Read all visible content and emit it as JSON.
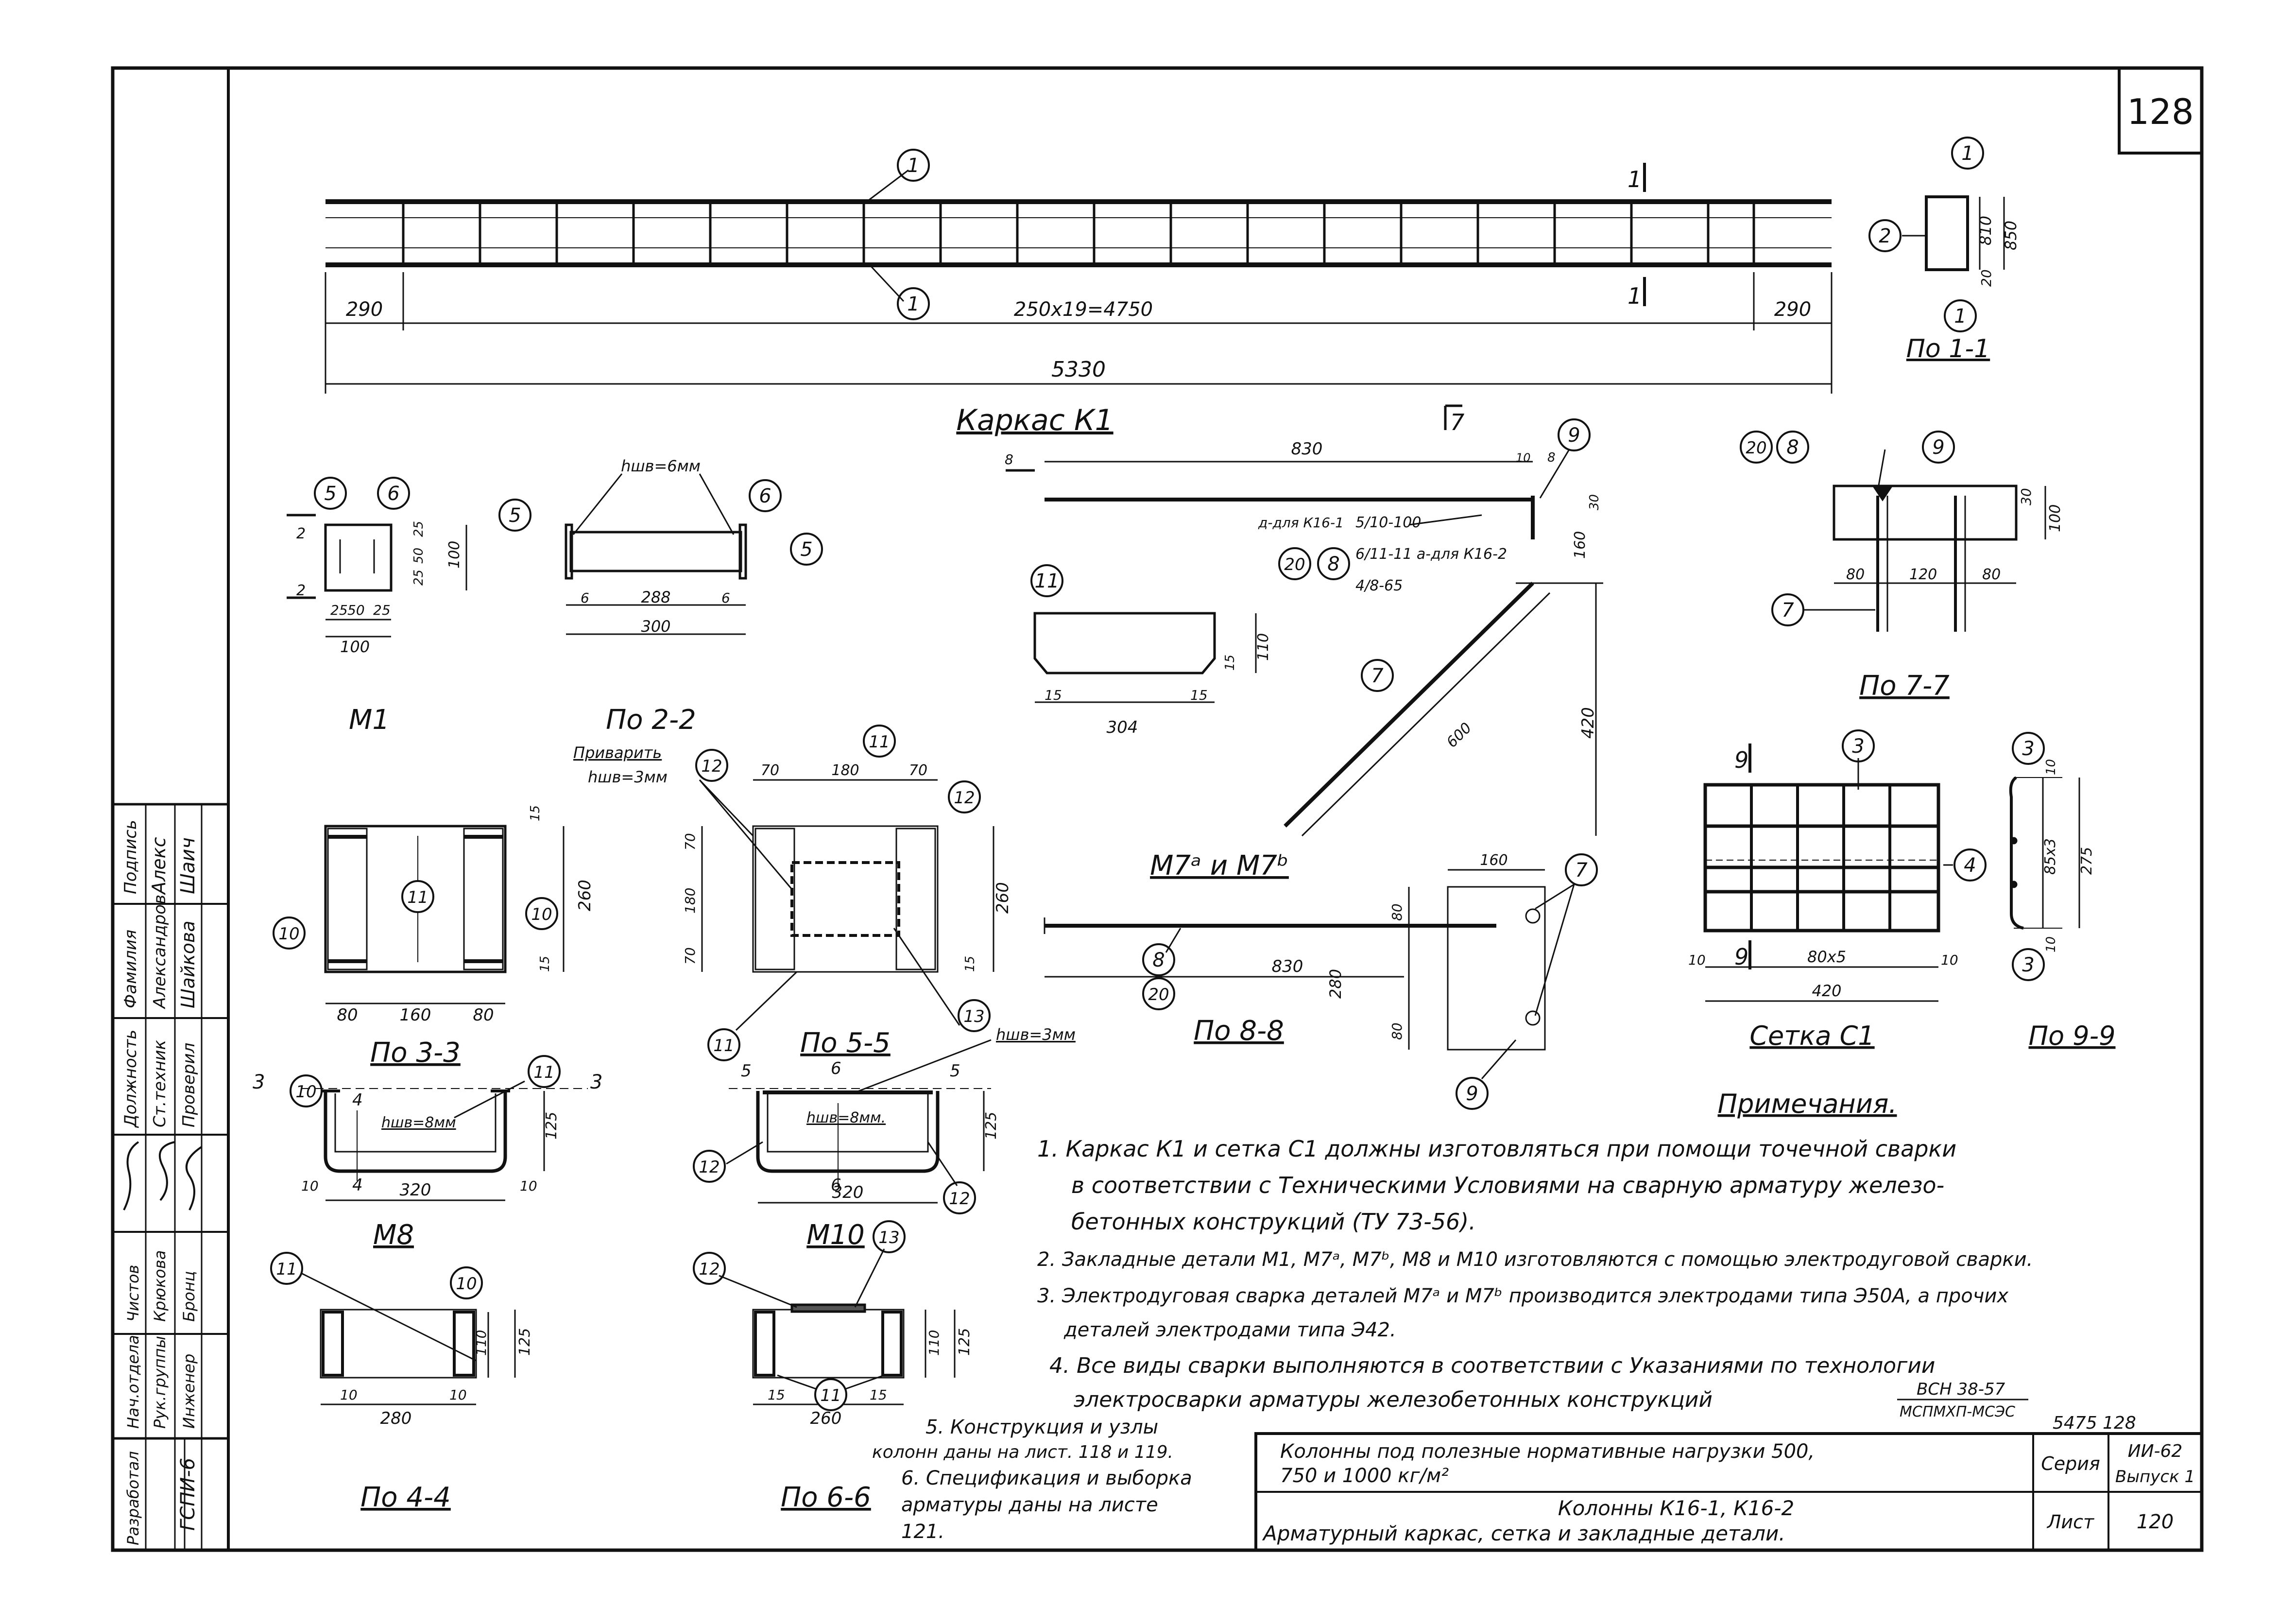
{
  "sheet_number": "128",
  "stamp": {
    "developed_label": "Разработал",
    "org": "ГСПИ-6",
    "column_headers": [
      "Должность",
      "Фамилия",
      "Подпись"
    ],
    "rows_top": [
      {
        "role": "Ст.техник",
        "name": "Александров",
        "sign": "Алекс"
      },
      {
        "role": "Проверил",
        "name": "Шайкова",
        "sign": "Шаич"
      }
    ],
    "rows_bottom": [
      {
        "role": "Нач.отдела",
        "name": "Чистов",
        "sign": ""
      },
      {
        "role": "Рук.группы",
        "name": "Крюкова",
        "sign": ""
      },
      {
        "role": "Инженер",
        "name": "Бронц",
        "sign": ""
      }
    ]
  },
  "frame_k1": {
    "title": "Каркас К1",
    "dims": {
      "span": "250x19=4750",
      "left": "290",
      "right": "290",
      "total": "5330"
    },
    "callouts": [
      "1",
      "1"
    ],
    "section_marks": [
      "1",
      "1"
    ]
  },
  "section_1_1": {
    "title": "По 1-1",
    "dims": [
      "810",
      "850",
      "20"
    ],
    "callouts": [
      "1",
      "2",
      "1"
    ]
  },
  "m1": {
    "title": "М1",
    "callouts": [
      "5",
      "6"
    ],
    "dims": {
      "h1": "25",
      "h2": "50",
      "h3": "25",
      "h_total": "100",
      "w1": "25",
      "w2": "50",
      "w3": "25",
      "w_total": "100"
    },
    "marks": [
      "2",
      "2"
    ]
  },
  "po_2_2": {
    "title": "По 2-2",
    "weld": "hшв=6мм",
    "callouts": [
      "5",
      "6",
      "5"
    ],
    "dims": {
      "a": "6",
      "b": "288",
      "c": "6",
      "total": "300"
    }
  },
  "m7": {
    "title": "М7ᵃ и М7ᵇ",
    "section_mark": "7",
    "dims": {
      "top": "830",
      "d10": "10",
      "d8": "8",
      "d8b": "8",
      "d30": "30",
      "d160": "160",
      "d420": "420",
      "d600": "600"
    },
    "callouts": [
      "9",
      "20",
      "8",
      "7"
    ],
    "labels": [
      "д-для К16-1",
      "5/10-100",
      "6/11-11 а-для К16-2",
      "4/8-65"
    ]
  },
  "part_11": {
    "callout": "11",
    "dims": {
      "length": "304",
      "a": "15",
      "b": "15",
      "height": "110",
      "edge": "15"
    }
  },
  "po_7_7": {
    "title": "По 7-7",
    "callouts": [
      "20",
      "8",
      "9",
      "7"
    ],
    "dims": {
      "a": "80",
      "b": "120",
      "c": "80",
      "h30": "30",
      "h100": "100"
    }
  },
  "po_3_3": {
    "title": "По 3-3",
    "callouts": [
      "10",
      "11",
      "10"
    ],
    "dims": {
      "w1": "80",
      "w2": "160",
      "w3": "80",
      "h": "260",
      "h15a": "15",
      "h15b": "15"
    }
  },
  "po_5_5": {
    "title": "По 5-5",
    "weld_label": "Приварить",
    "weld": "hшв=3мм",
    "callouts": [
      "12",
      "11",
      "12",
      "11",
      "13"
    ],
    "dims": {
      "a": "70",
      "b": "180",
      "c": "70",
      "v70a": "70",
      "v180": "180",
      "v70b": "70",
      "h": "260",
      "h15": "15"
    }
  },
  "m8": {
    "title": "М8",
    "weld": "hшв=8мм",
    "callouts": [
      "10",
      "11"
    ],
    "marks": [
      "3",
      "3",
      "4",
      "4"
    ],
    "dims": {
      "a": "10",
      "w": "320",
      "b": "10",
      "h": "125"
    }
  },
  "m10": {
    "title": "М10",
    "weld1": "hшв=3мм",
    "weld2": "hшв=8мм.",
    "callouts": [
      "12",
      "12"
    ],
    "marks": [
      "5",
      "5",
      "6",
      "6"
    ],
    "dims": {
      "w": "320",
      "h": "125"
    }
  },
  "po_4_4": {
    "title": "По 4-4",
    "callouts": [
      "11",
      "10"
    ],
    "dims": {
      "a": "10",
      "b": "10",
      "w": "280",
      "h1": "110",
      "h2": "125"
    }
  },
  "po_6_6": {
    "title": "По 6-6",
    "callouts": [
      "12",
      "13",
      "11"
    ],
    "dims": {
      "a": "15",
      "b": "15",
      "w": "260",
      "h1": "110",
      "h2": "125"
    }
  },
  "po_8_8": {
    "title": "По 8-8",
    "callouts": [
      "8",
      "20",
      "7",
      "9"
    ],
    "dims": {
      "top": "160",
      "len": "830",
      "h80": "80",
      "h280": "280",
      "h80b": "80"
    }
  },
  "mesh_c1": {
    "title": "Сетка С1",
    "callouts": [
      "3",
      "4"
    ],
    "marks": [
      "9",
      "9"
    ],
    "dims": {
      "a": "10",
      "span": "80x5",
      "b": "10",
      "total": "420"
    }
  },
  "po_9_9": {
    "title": "По 9-9",
    "callouts": [
      "3",
      "3"
    ],
    "dims": {
      "a": "10",
      "span": "85x3",
      "b": "10",
      "total": "275"
    }
  },
  "notes": {
    "title": "Примечания.",
    "items": [
      "1. Каркас К1 и сетка С1 должны изготовляться при помощи точечной сварки",
      "в соответствии с Техническими Условиями на сварную арматуру железо-",
      "бетонных конструкций (ТУ 73-56).",
      "2. Закладные детали М1, М7ᵃ, М7ᵇ, М8 и М10 изготовляются с помощью электродуговой сварки.",
      "3. Электродуговая сварка деталей М7ᵃ и М7ᵇ производится электродами типа Э50А, а прочих",
      "деталей электродами типа Э42.",
      "4. Все виды сварки выполняются в соответствии с Указаниями по технологии",
      "электросварки арматуры железобетонных конструкций",
      "5. Конструкция и узлы",
      "колонн даны на лист. 118 и 119.",
      "6. Спецификация и выборка",
      "арматуры даны на листе",
      "121."
    ],
    "ref_top": "ВСН 38-57",
    "ref_bottom": "МСПМХП-МСЭС",
    "archive_no": "5475 128"
  },
  "title_block": {
    "line1": "Колонны под полезные нормативные нагрузки 500,",
    "line2": "750 и 1000 кг/м²",
    "line3": "Колонны К16-1, К16-2",
    "line4": "Арматурный каркас, сетка и закладные детали.",
    "series_label": "Серия",
    "series_value": "ИИ-62",
    "issue": "Выпуск 1",
    "sheet_label": "Лист",
    "sheet_value": "120"
  }
}
